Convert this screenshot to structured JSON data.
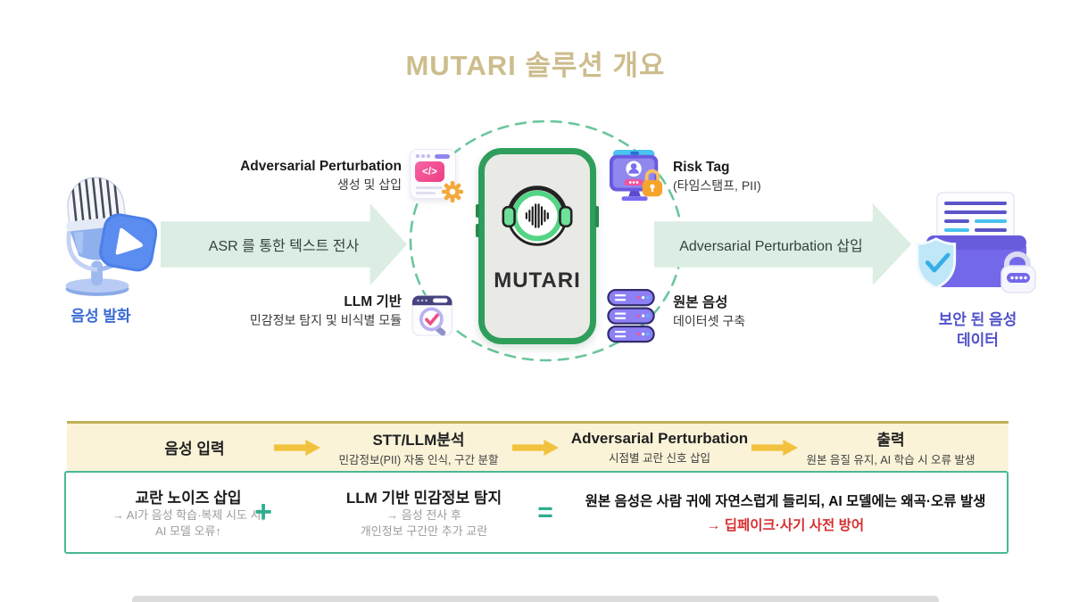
{
  "title": "MUTARI 솔루션 개요",
  "diagram": {
    "input_label": "음성 발화",
    "left_arrow_label": "ASR 를 통한 텍스트 전사",
    "right_arrow_label": "Adversarial Perturbation 삽입",
    "phone_brand": "MUTARI",
    "code_glyph": "</>",
    "modules": {
      "adv_gen": {
        "title": "Adversarial Perturbation",
        "subtitle": "생성 및 삽입"
      },
      "risk_tag": {
        "title": "Risk Tag",
        "subtitle": "(타임스탬프, PII)"
      },
      "llm_module": {
        "title": "LLM 기반",
        "subtitle": "민감정보 탐지 및 비식별 모듈"
      },
      "dataset": {
        "title": "원본 음성",
        "subtitle": "데이터셋 구축"
      }
    },
    "output_label_line1": "보안 된 음성",
    "output_label_line2": "데이터"
  },
  "flow_bar": {
    "steps": [
      {
        "title": "음성 입력",
        "subtitle": ""
      },
      {
        "title": "STT/LLM분석",
        "subtitle": "민감정보(PII) 자동 인식, 구간 분할"
      },
      {
        "title": "Adversarial Perturbation",
        "subtitle": "시점별 교란 신호 삽입"
      },
      {
        "title": "출력",
        "subtitle": "원본 음질 유지, AI 학습 시 오류 발생"
      }
    ]
  },
  "summary": {
    "noise": {
      "title": "교란 노이즈 삽입",
      "line1": "→ AI가 음성 학습·복제 시도 시,",
      "line2": "AI 모델 오류↑"
    },
    "plus_sign": "+",
    "llm": {
      "title": "LLM 기반 민감정보 탐지",
      "line1": "→ 음성 전사 후",
      "line2": "개인정보 구간만 추가 교란"
    },
    "equals_sign": "=",
    "result_line1": "원본 음성은 사람 귀에 자연스럽게 들리되, AI 모델에는 왜곡·오류 발생",
    "result_line2": "→ 딥페이크·사기 사전 방어"
  },
  "colors": {
    "title_tan": "#CDBD8D",
    "mint_arrow": "#DCEDE3",
    "dashed_circle": "#6BC69C",
    "phone_green": "#2F9E5B",
    "logo_green": "#53D584",
    "yellow_bar_bg": "#FAF3D8",
    "yellow_bar_border": "#BFAE55",
    "yellow_arrow": "#F2C23E",
    "teal_border": "#49B795",
    "plus_green": "#2FAE8E",
    "red_alert": "#D63031",
    "input_label_blue": "#3A6AD6",
    "output_label_purple": "#5052C9"
  }
}
